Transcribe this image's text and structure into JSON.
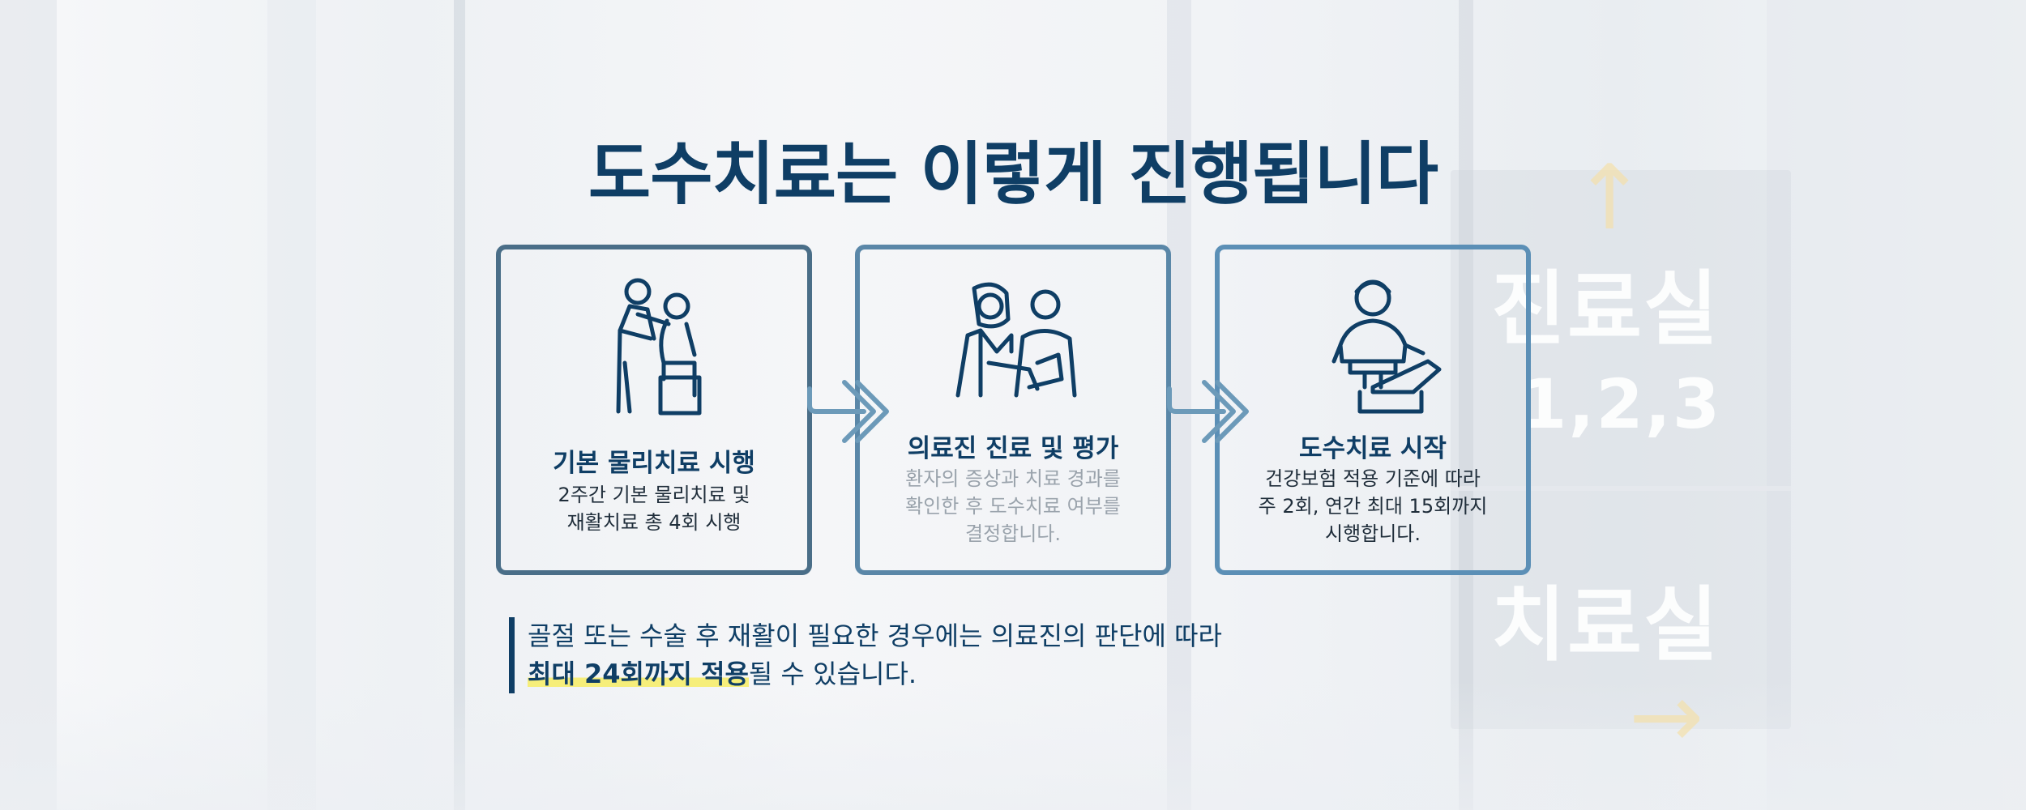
{
  "title": "도수치료는 이렇게 진행됩니다",
  "steps": [
    {
      "title": "기본 물리치료 시행",
      "desc_lines": [
        "2주간 기본 물리치료 및",
        "재활치료 총 4회 시행"
      ],
      "icon": "therapist-assisting-patient-icon"
    },
    {
      "title": "의료진 진료 및 평가",
      "desc_lines": [
        "환자의 증상과 치료 경과를",
        "확인한 후 도수치료 여부를",
        "결정합니다."
      ],
      "icon": "doctor-consulting-patient-icon"
    },
    {
      "title": "도수치료 시작",
      "desc_lines": [
        "건강보험 적용 기준에 따라",
        "주 2회, 연간 최대 15회까지",
        "시행합니다."
      ],
      "icon": "manual-therapy-icon"
    }
  ],
  "note": {
    "line1": "골절 또는 수술 후 재활이 필요한 경우에는 의료진의 판단에 따라",
    "line2_highlight": "최대 24회까지 적용",
    "line2_rest": "될 수 있습니다."
  },
  "background_signs": {
    "sign1": "진료실",
    "sign2": "1,2,3",
    "sign3": "치료실"
  },
  "colors": {
    "navy": "#0f3e65",
    "card_border_1": "#4a6e88",
    "card_border_2": "#5a87a8",
    "card_border_3": "#5b8fb6",
    "highlight": "#f6ee7a"
  }
}
